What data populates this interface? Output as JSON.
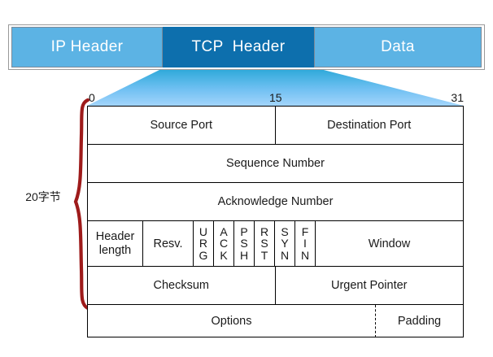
{
  "banner": {
    "segments": [
      {
        "label": "IP Header",
        "state": "normal",
        "color": "#5cb3e4"
      },
      {
        "label": "TCP  Header",
        "state": "highlighted",
        "color": "#0d6fad"
      },
      {
        "label": "Data",
        "state": "normal",
        "color": "#5cb3e4"
      }
    ]
  },
  "ruler": {
    "bit_start": "0",
    "bit_mid": "15",
    "bit_end": "31"
  },
  "brace": {
    "label": "20字节",
    "color": "#9e1b1b"
  },
  "table": {
    "rows": [
      {
        "name": "ports",
        "cells": [
          {
            "label": "Source Port"
          },
          {
            "label": "Destination Port"
          }
        ]
      },
      {
        "name": "sequence",
        "cells": [
          {
            "label": "Sequence Number"
          }
        ]
      },
      {
        "name": "acknowledge",
        "cells": [
          {
            "label": "Acknowledge Number"
          }
        ]
      },
      {
        "name": "flags",
        "cells": [
          {
            "label": "Header length"
          },
          {
            "label": "Resv."
          },
          {
            "label": "URG"
          },
          {
            "label": "ACK"
          },
          {
            "label": "PSH"
          },
          {
            "label": "RST"
          },
          {
            "label": "SYN"
          },
          {
            "label": "FIN"
          },
          {
            "label": "Window"
          }
        ]
      },
      {
        "name": "checksum",
        "cells": [
          {
            "label": "Checksum"
          },
          {
            "label": "Urgent Pointer"
          }
        ]
      },
      {
        "name": "options",
        "cells": [
          {
            "label": "Options"
          },
          {
            "label": "Padding"
          }
        ]
      }
    ],
    "header_length_line1": "Header",
    "header_length_line2": "length"
  },
  "colors": {
    "light_blue": "#5cb3e4",
    "dark_blue": "#0d6fad",
    "funnel_top": "#2ba8d8",
    "funnel_bottom": "#a3d4fb",
    "brace_red": "#9e1b1b",
    "frame_gray": "#9a9a9a",
    "line_black": "#000000"
  }
}
